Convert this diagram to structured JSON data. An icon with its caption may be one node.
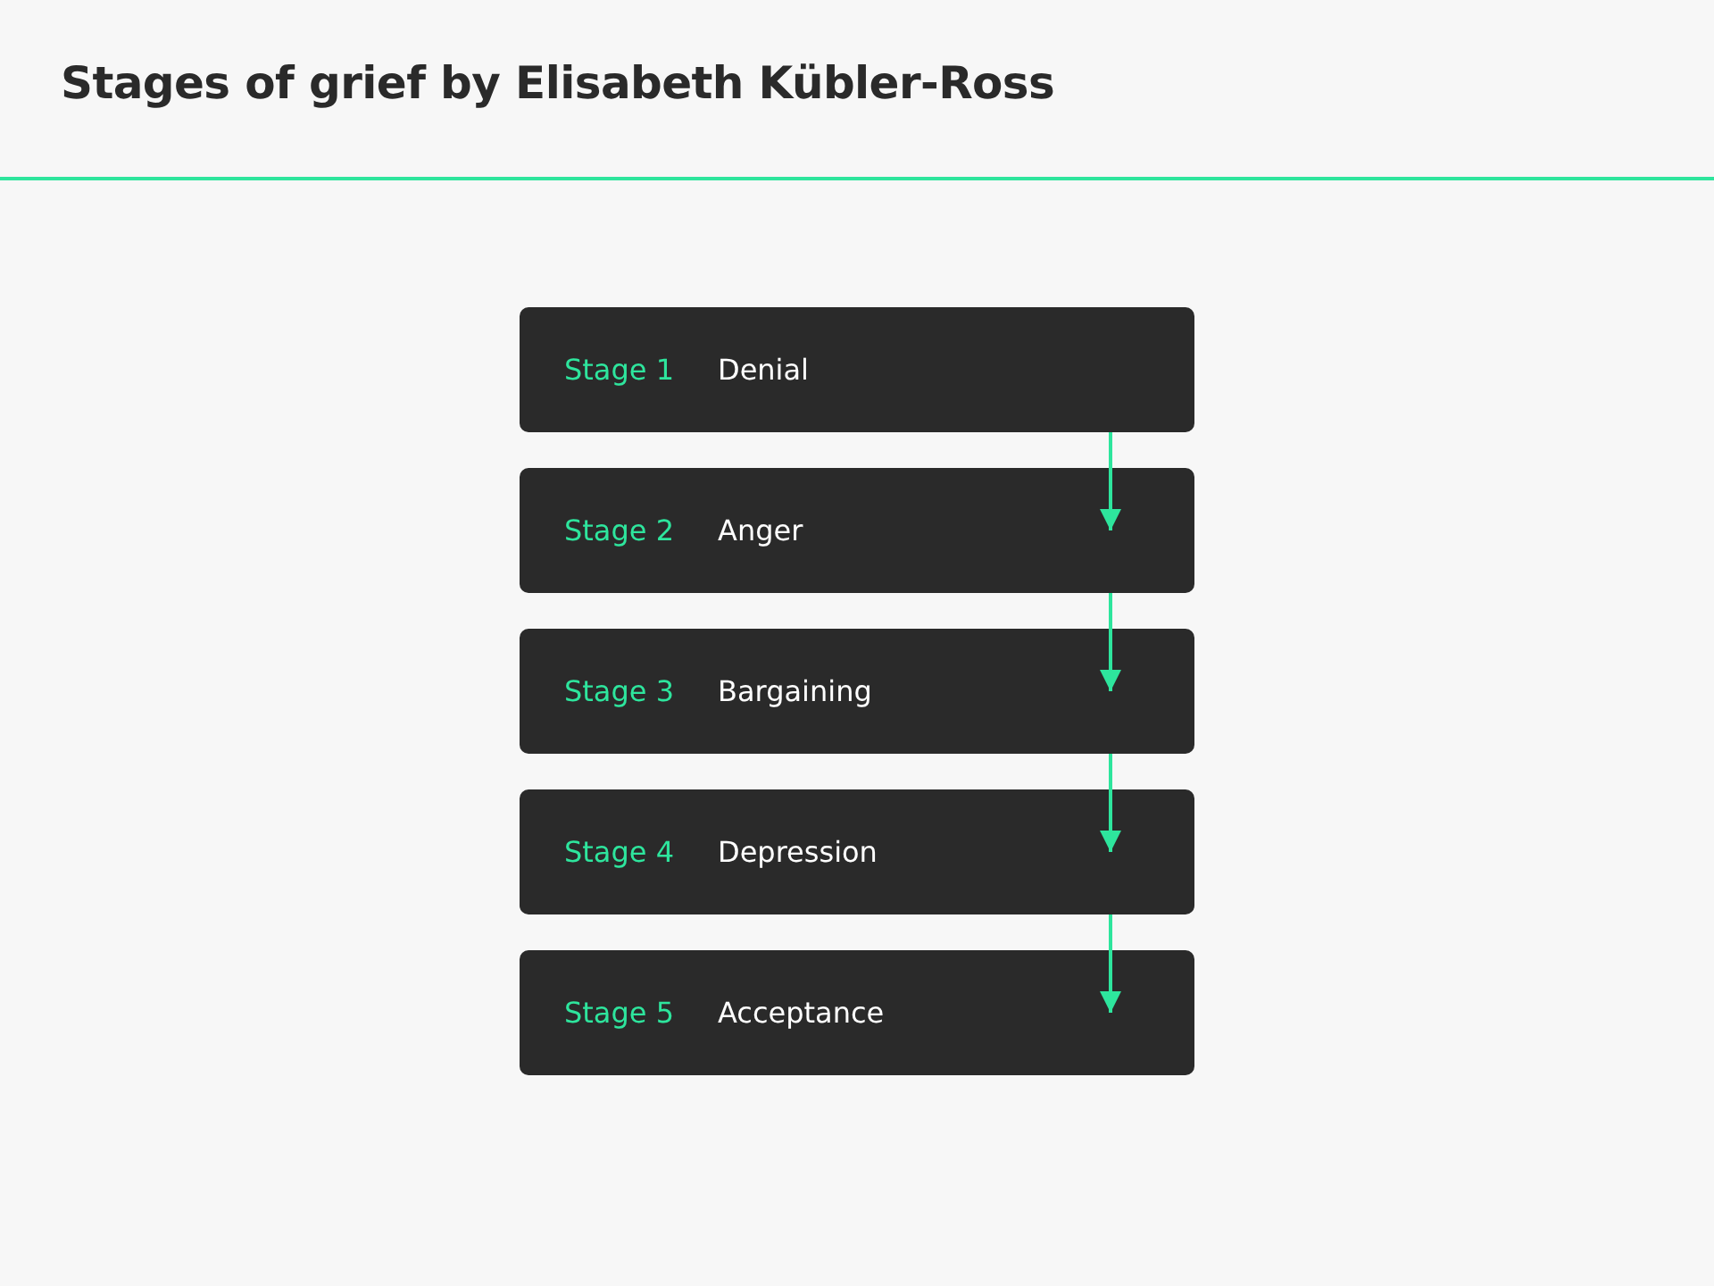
{
  "diagram": {
    "title": "Stages of grief by Elisabeth Kübler-Ross",
    "nodes": [
      {
        "text": [
          "Stage 1",
          "Denial"
        ]
      },
      {
        "text": [
          "Stage 2",
          "Anger"
        ]
      },
      {
        "text": [
          "Stage 3",
          "Bargaining"
        ]
      },
      {
        "text": [
          "Stage 4",
          "Depression"
        ]
      },
      {
        "text": [
          "Stage 5",
          "Acceptance"
        ]
      }
    ],
    "edges": [
      {
        "from": 0,
        "to": 1,
        "arrow": "to"
      },
      {
        "from": 1,
        "to": 2,
        "arrow": "to"
      },
      {
        "from": 2,
        "to": 3,
        "arrow": "to"
      },
      {
        "from": 3,
        "to": 4,
        "arrow": "to"
      }
    ]
  }
}
